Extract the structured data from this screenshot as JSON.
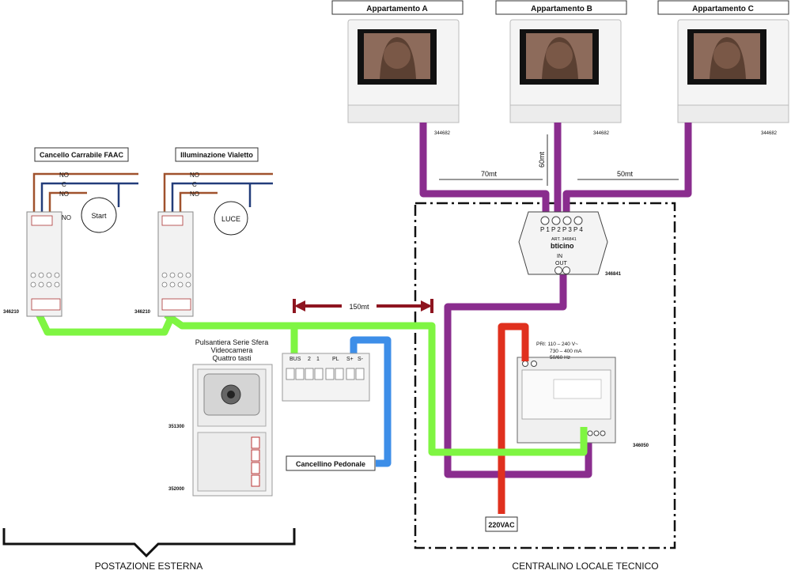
{
  "apartments": [
    {
      "label": "Appartamento A",
      "code": "344682"
    },
    {
      "label": "Appartamento B",
      "code": "344682"
    },
    {
      "label": "Appartamento C",
      "code": "344682"
    }
  ],
  "actuators": [
    {
      "title": "Cancello Carrabile FAAC",
      "code": "346210",
      "device": "Start",
      "terminals": [
        "NO",
        "C",
        "NO"
      ],
      "side_label": "NO"
    },
    {
      "title": "Illuminazione Vialetto",
      "code": "346210",
      "device": "LUCE",
      "terminals": [
        "NO",
        "C",
        "NO"
      ]
    }
  ],
  "distributor": {
    "code": "346841",
    "ports": [
      "P 1",
      "P 2",
      "P 3",
      "P 4"
    ],
    "art": "ART. 346841",
    "brand": "bticino",
    "in": "IN",
    "out": "OUT"
  },
  "distances": {
    "a": "70mt",
    "b": "60mt",
    "c": "50mt",
    "bus": "150mt"
  },
  "power_supply": {
    "code": "346050",
    "spec": [
      "PRI:  110 – 240 V~",
      "730 – 400 mA",
      "50/60 Hz"
    ],
    "mains": "220VAC"
  },
  "door_panel": {
    "title": [
      "Pulsantiera Serie Sfera",
      "Videocamera",
      "Quattro tasti"
    ],
    "camera_code": "351300",
    "button_code": "352000",
    "terminals": [
      "BUS",
      "2",
      "1",
      "PL",
      "S+",
      "S-"
    ]
  },
  "pedestrian_gate": "Cancellino Pedonale",
  "sections": {
    "outdoor": "POSTAZIONE ESTERNA",
    "central": "CENTRALINO LOCALE TECNICO"
  },
  "colors": {
    "bus": "#8a2d8e",
    "green": "#7ff542",
    "blue": "#3d8ee8",
    "red": "#e0301e",
    "dimension": "#8e1520",
    "relay_wire": "#a0522d",
    "relay_wire_c": "#233d7a"
  }
}
